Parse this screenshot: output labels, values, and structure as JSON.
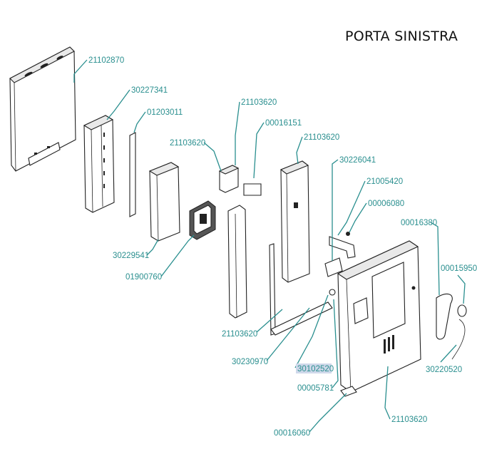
{
  "title": "PORTA SINISTRA",
  "colors": {
    "leader": "#2a8f8f",
    "label": "#2a8f8f",
    "highlight": "#cfd8ea",
    "line": "#222222"
  },
  "parts": [
    "21102870",
    "30227341",
    "01203011",
    "30229541",
    "01900760",
    "21103620",
    "00016151",
    "21103620",
    "21103620",
    "30226041",
    "21005420",
    "00006080",
    "00016380",
    "00015950",
    "21103620",
    "30230970",
    "30102520",
    "00005781",
    "30220520",
    "00016060",
    "21103620"
  ],
  "highlighted_part": "30102520"
}
